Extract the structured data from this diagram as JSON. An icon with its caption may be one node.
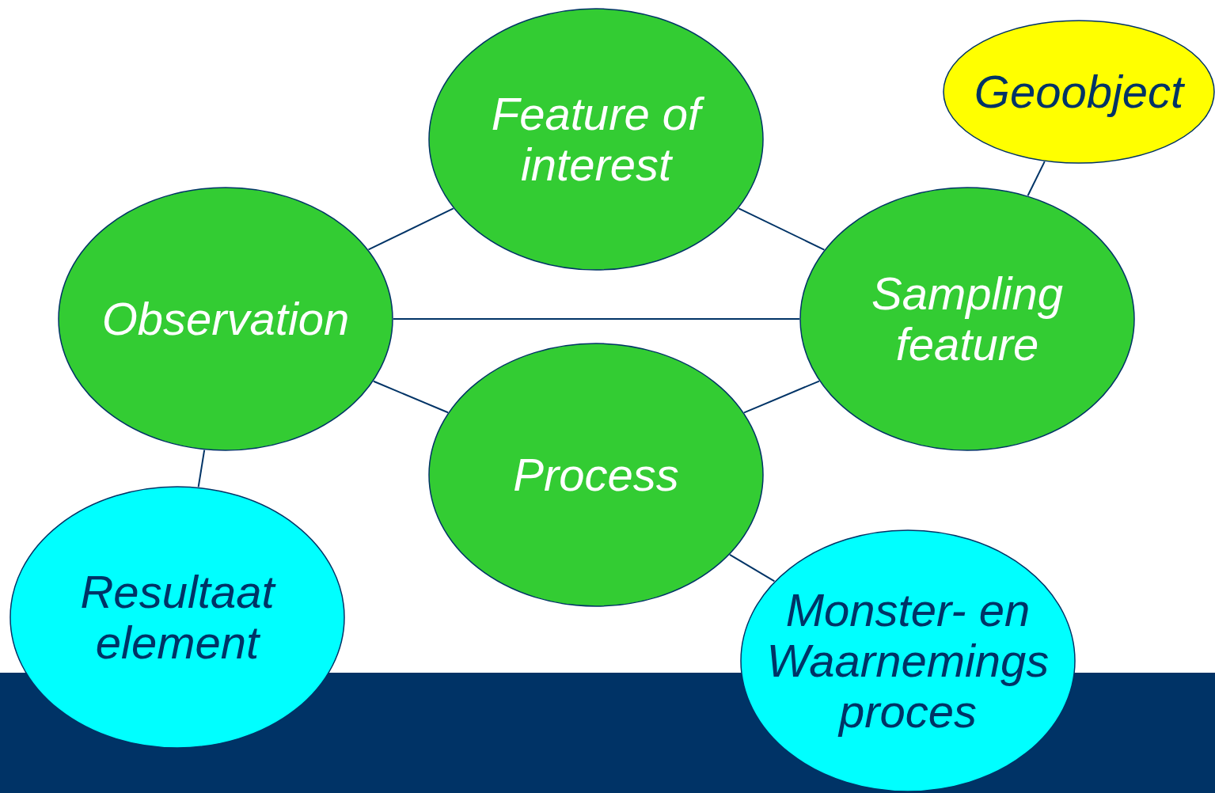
{
  "diagram": {
    "nodes": [
      {
        "text": [
          "Feature of interest"
        ]
      },
      {
        "text": [
          "Geoobject"
        ]
      },
      {
        "text": [
          "Observation"
        ]
      },
      {
        "text": [
          "Sampling feature"
        ]
      },
      {
        "text": [
          "Process"
        ]
      },
      {
        "text": [
          "Resultaat element"
        ]
      },
      {
        "text": [
          "Monster- en Waarnemings proces"
        ]
      }
    ],
    "edges": [
      {
        "from": 2,
        "to": 0,
        "arrow": "none"
      },
      {
        "from": 0,
        "to": 3,
        "arrow": "none"
      },
      {
        "from": 2,
        "to": 3,
        "arrow": "none"
      },
      {
        "from": 2,
        "to": 4,
        "arrow": "none"
      },
      {
        "from": 4,
        "to": 3,
        "arrow": "none"
      },
      {
        "from": 3,
        "to": 1,
        "arrow": "none"
      },
      {
        "from": 2,
        "to": 5,
        "arrow": "none"
      },
      {
        "from": 4,
        "to": 6,
        "arrow": "none"
      }
    ]
  }
}
